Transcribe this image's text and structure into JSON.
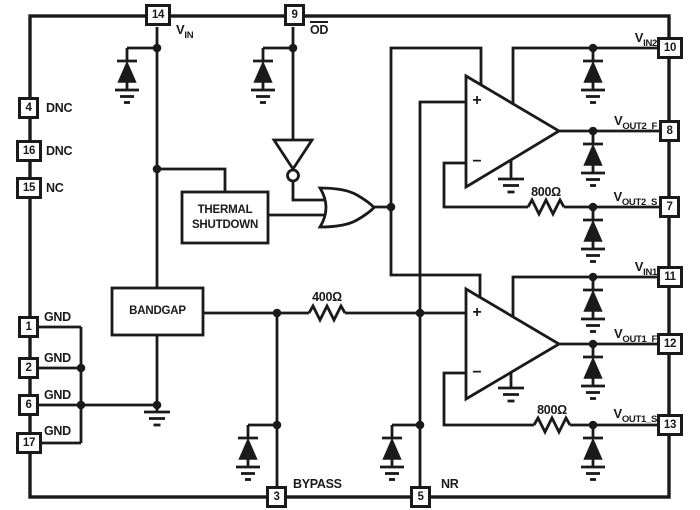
{
  "figure": {
    "background": "#ffffff",
    "line_color": "#1a1a1a"
  },
  "blocks": {
    "thermal_shutdown": {
      "line1": "THERMAL",
      "line2": "SHUTDOWN"
    },
    "bandgap": {
      "label": "BANDGAP"
    }
  },
  "resistors": {
    "reference": "400Ω",
    "feedback_ch2": "800Ω",
    "feedback_ch1": "800Ω"
  },
  "amplifiers": {
    "ch2": {
      "plus": "+",
      "minus": "−"
    },
    "ch1": {
      "plus": "+",
      "minus": "−"
    }
  },
  "pins": {
    "vin": {
      "number": "14",
      "base": "V",
      "sub": "IN"
    },
    "od": {
      "number": "9",
      "label": "OD"
    },
    "dnc_a": {
      "number": "4",
      "label": "DNC"
    },
    "dnc_b": {
      "number": "16",
      "label": "DNC"
    },
    "nc": {
      "number": "15",
      "label": "NC"
    },
    "gnd_a": {
      "number": "1",
      "label": "GND"
    },
    "gnd_b": {
      "number": "2",
      "label": "GND"
    },
    "gnd_c": {
      "number": "6",
      "label": "GND"
    },
    "gnd_d": {
      "number": "17",
      "label": "GND"
    },
    "vin2": {
      "number": "10",
      "base": "V",
      "sub": "IN2"
    },
    "vout2_f": {
      "number": "8",
      "base": "V",
      "sub": "OUT2_F"
    },
    "vout2_s": {
      "number": "7",
      "base": "V",
      "sub": "OUT2_S"
    },
    "vin1": {
      "number": "11",
      "base": "V",
      "sub": "IN1"
    },
    "vout1_f": {
      "number": "12",
      "base": "V",
      "sub": "OUT1_F"
    },
    "vout1_s": {
      "number": "13",
      "base": "V",
      "sub": "OUT1_S"
    },
    "bypass": {
      "number": "3",
      "label": "BYPASS"
    },
    "nr": {
      "number": "5",
      "label": "NR"
    }
  }
}
